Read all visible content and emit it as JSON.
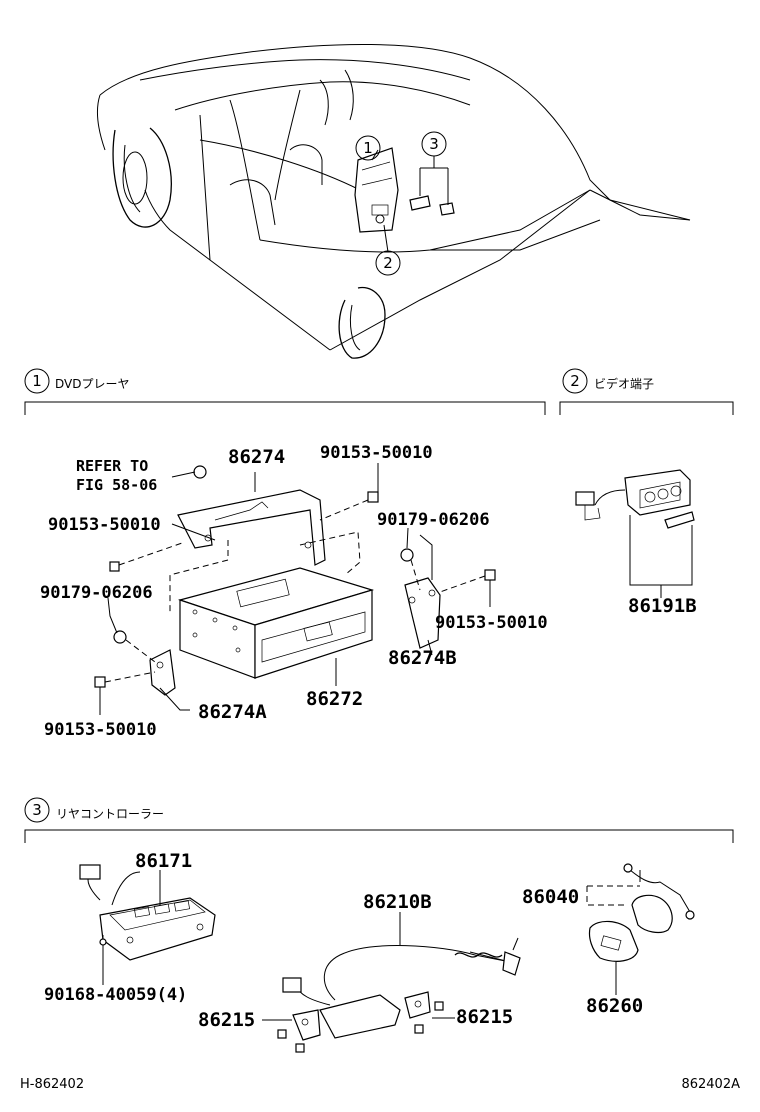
{
  "top_callouts": {
    "c1": "1",
    "c2": "2",
    "c3": "3"
  },
  "sections": {
    "dvd": {
      "num": "1",
      "title": "DVDプレーヤ"
    },
    "video": {
      "num": "2",
      "title": "ビデオ端子"
    },
    "rear": {
      "num": "3",
      "title": "リヤコントローラー"
    }
  },
  "dvd_labels": {
    "refer_line1": "REFER TO",
    "refer_line2": "FIG 58-06",
    "p86274": "86274",
    "bolt_top_right": "90153-50010",
    "bolt_left": "90153-50010",
    "nut_right": "90179-06206",
    "nut_left": "90179-06206",
    "bolt_right": "90153-50010",
    "p86274B": "86274B",
    "p86272": "86272",
    "p86274A": "86274A",
    "bolt_bottom": "90153-50010"
  },
  "video_labels": {
    "p86191B": "86191B"
  },
  "rear_labels": {
    "p86171": "86171",
    "screw": "90168-40059(4)",
    "p86210B": "86210B",
    "p86215_left": "86215",
    "p86215_right": "86215",
    "p86040": "86040",
    "p86260": "86260"
  },
  "footer": {
    "left": "H-862402",
    "right": "862402A"
  }
}
